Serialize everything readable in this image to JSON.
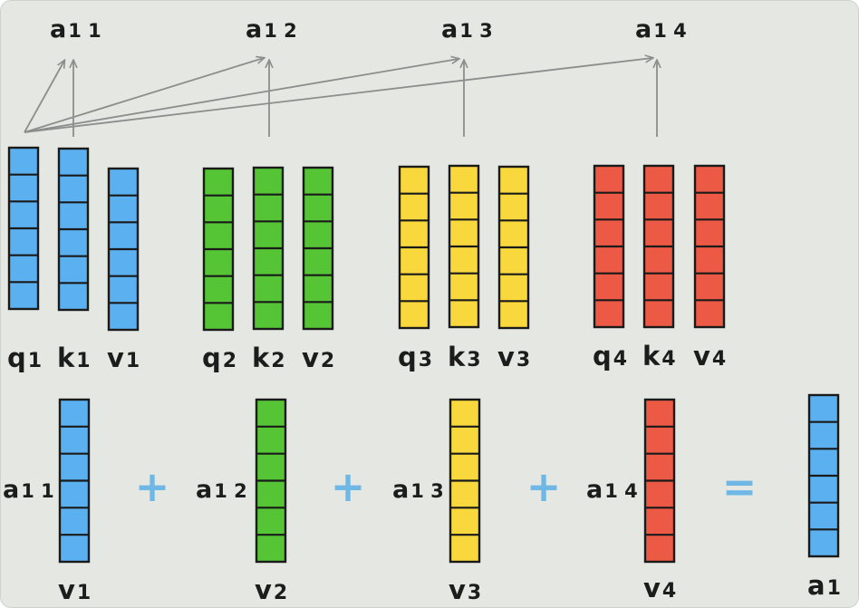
{
  "colors": {
    "background": "#e5e7e2",
    "arrow": "#8d8d8d",
    "outline": "#1a1a1a",
    "operator": "#6fb8e6",
    "token1": "#5bb0f0",
    "token2": "#55c435",
    "token3": "#f8d83c",
    "token4": "#ec5a45"
  },
  "attention_labels": [
    {
      "base": "a",
      "sub": "1 1"
    },
    {
      "base": "a",
      "sub": "1 2"
    },
    {
      "base": "a",
      "sub": "1 3"
    },
    {
      "base": "a",
      "sub": "1 4"
    }
  ],
  "vector_labels": [
    {
      "base": "q",
      "sub": "1"
    },
    {
      "base": "k",
      "sub": "1"
    },
    {
      "base": "v",
      "sub": "1"
    },
    {
      "base": "q",
      "sub": "2"
    },
    {
      "base": "k",
      "sub": "2"
    },
    {
      "base": "v",
      "sub": "2"
    },
    {
      "base": "q",
      "sub": "3"
    },
    {
      "base": "k",
      "sub": "3"
    },
    {
      "base": "v",
      "sub": "3"
    },
    {
      "base": "q",
      "sub": "4"
    },
    {
      "base": "k",
      "sub": "4"
    },
    {
      "base": "v",
      "sub": "4"
    }
  ],
  "weight_labels": [
    {
      "base": "a",
      "sub": "1 1"
    },
    {
      "base": "a",
      "sub": "1 2"
    },
    {
      "base": "a",
      "sub": "1 3"
    },
    {
      "base": "a",
      "sub": "1 4"
    }
  ],
  "bottom_labels": [
    {
      "base": "v",
      "sub": "1"
    },
    {
      "base": "v",
      "sub": "2"
    },
    {
      "base": "v",
      "sub": "3"
    },
    {
      "base": "v",
      "sub": "4"
    },
    {
      "base": "a",
      "sub": "1"
    }
  ],
  "operators": {
    "plus": "+",
    "equals": "="
  }
}
